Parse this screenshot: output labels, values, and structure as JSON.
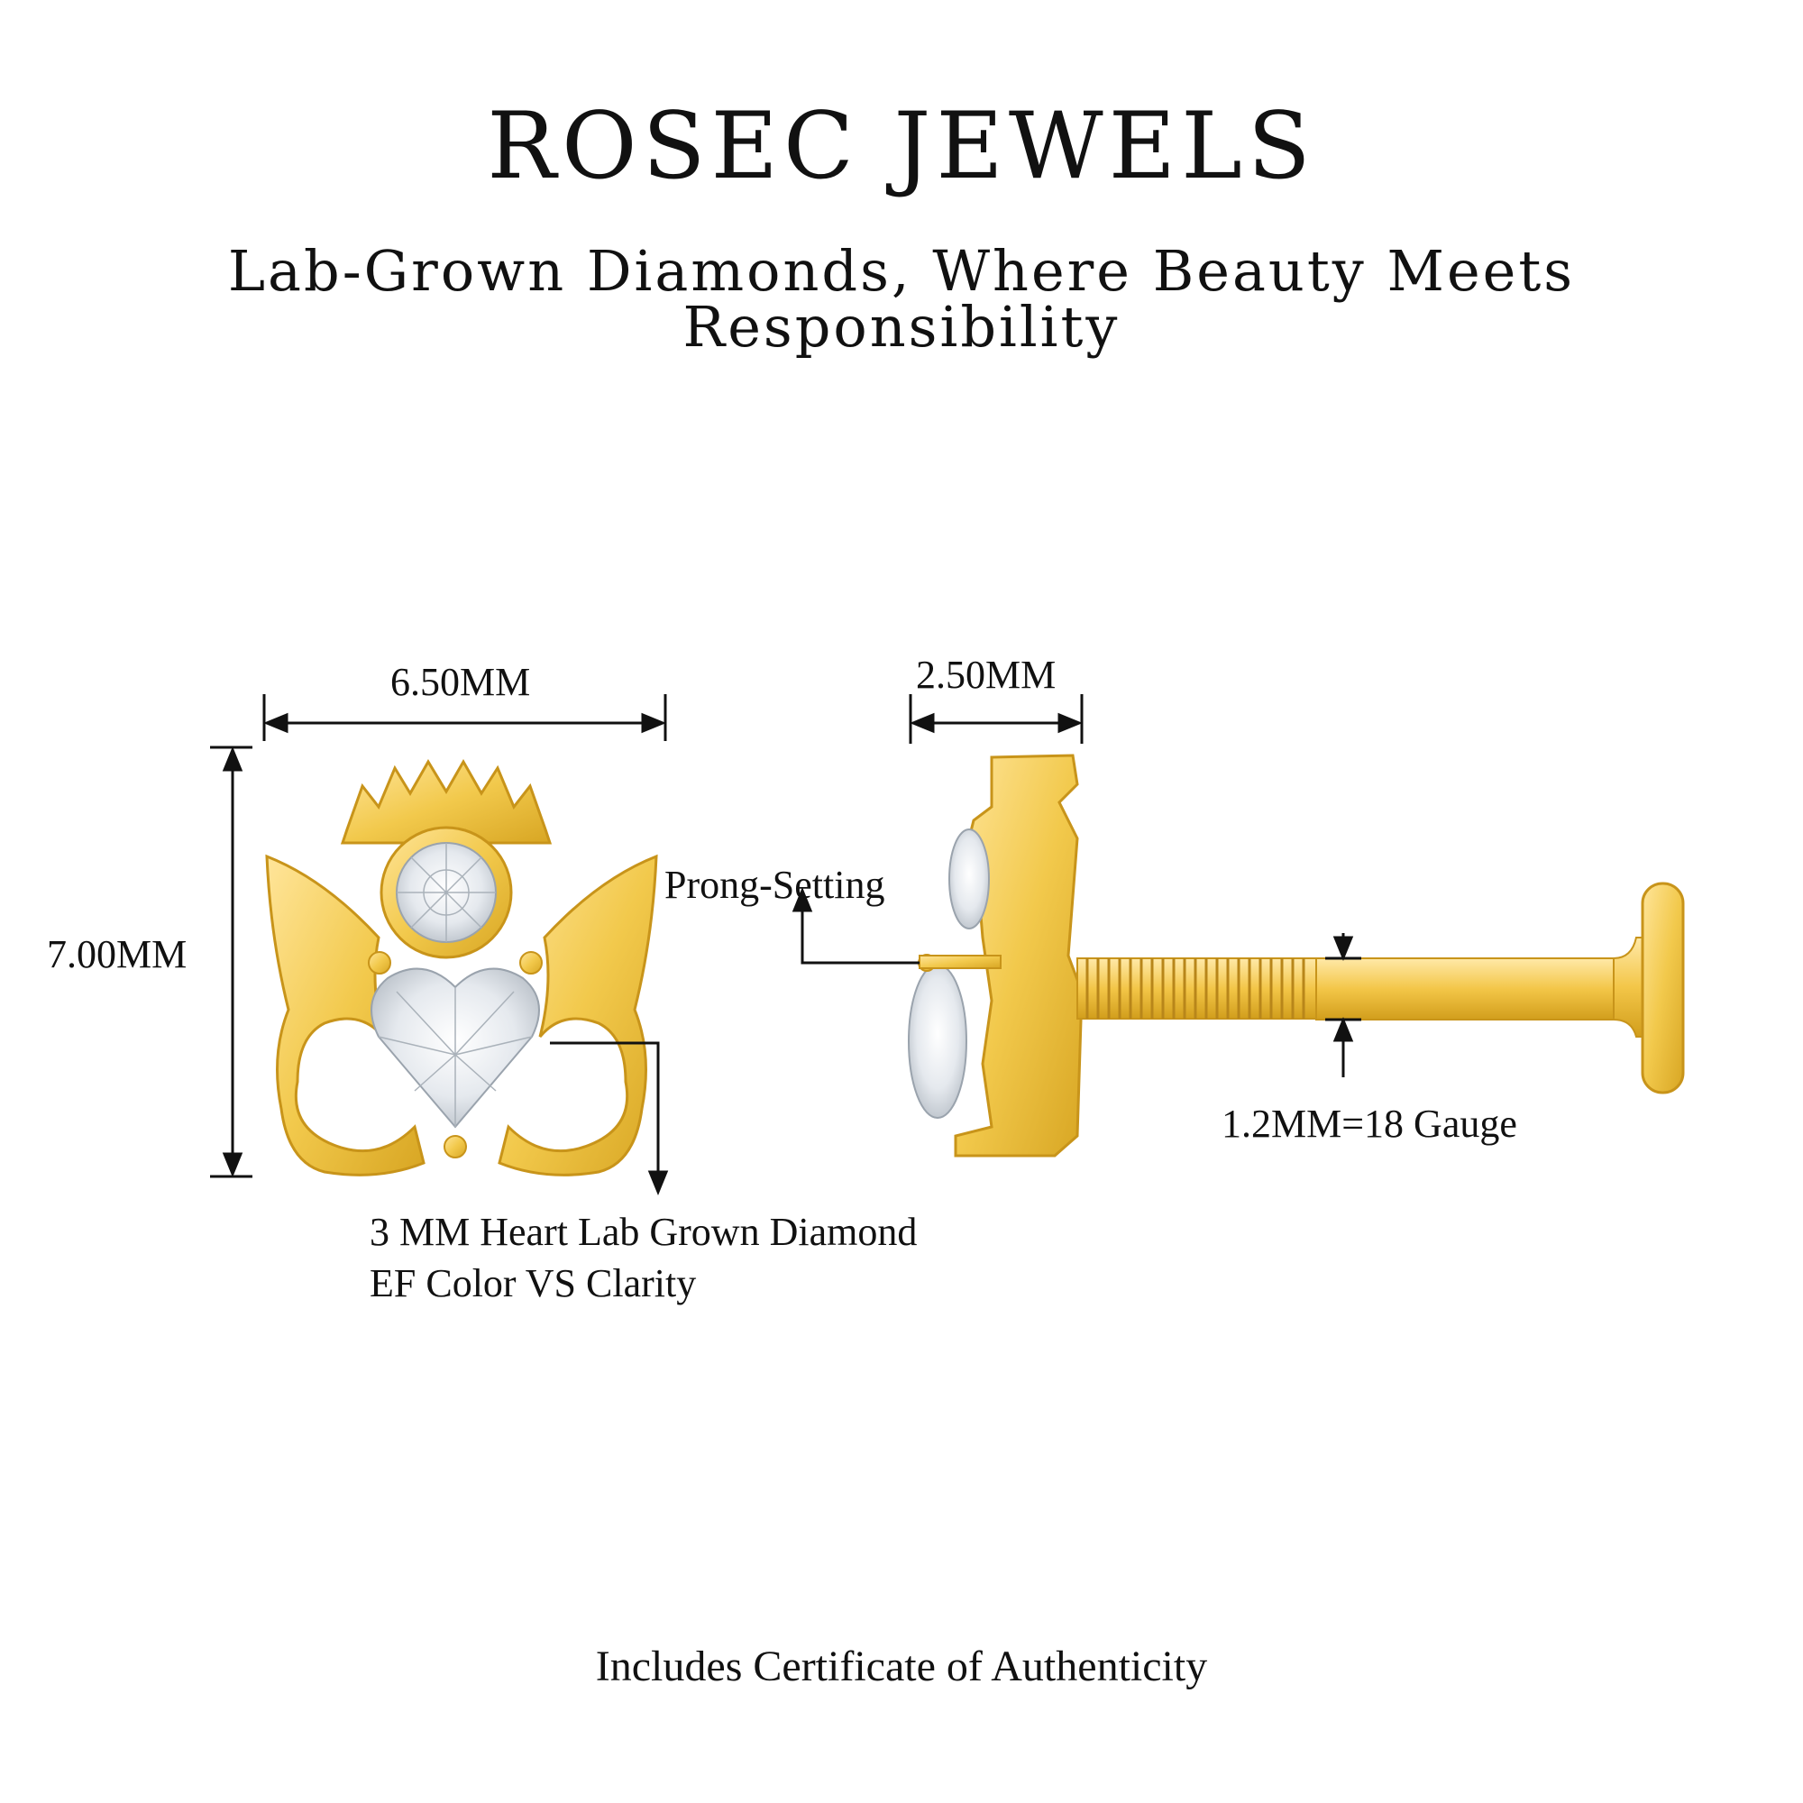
{
  "header": {
    "brand": "ROSEC JEWELS",
    "tagline": "Lab-Grown Diamonds, Where Beauty Meets Responsibility"
  },
  "front_view": {
    "width_label": "6.50MM",
    "height_label": "7.00MM",
    "stone_label_line1": "3 MM Heart Lab Grown Diamond",
    "stone_label_line2": "EF Color VS Clarity"
  },
  "side_view": {
    "depth_label": "2.50MM",
    "setting_label": "Prong-Setting",
    "gauge_label": "1.2MM=18 Gauge"
  },
  "footer": {
    "note": "Includes Certificate of Authenticity"
  },
  "colors": {
    "gold": "#f2c94c",
    "gold_dark": "#d8a623",
    "gold_light": "#ffe59a",
    "diamond": "#e9edf1",
    "line": "#111111"
  }
}
